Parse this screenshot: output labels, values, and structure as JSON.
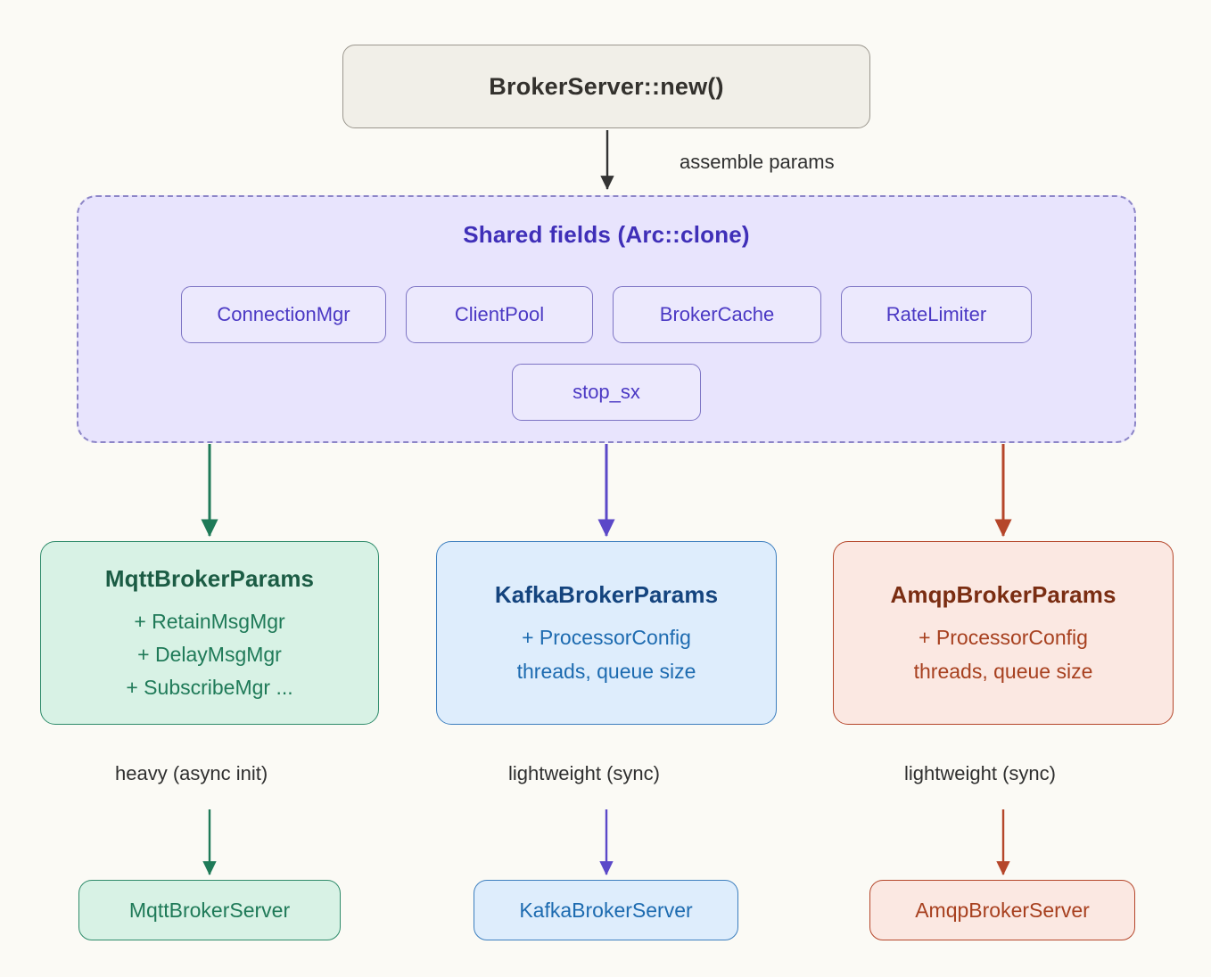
{
  "background_color": "#fbfaf5",
  "root": {
    "label": "BrokerServer::new()",
    "fill": "#f1efe8",
    "stroke": "#9b978e"
  },
  "edges": {
    "assemble": "assemble params",
    "mqtt_note": "heavy (async init)",
    "kafka_note": "lightweight (sync)",
    "amqp_note": "lightweight (sync)"
  },
  "shared": {
    "title": "Shared fields (Arc::clone)",
    "fill": "#e8e4fd",
    "stroke": "#8c85c7",
    "text_color": "#3f2fb8",
    "chips_row1": [
      {
        "label": "ConnectionMgr"
      },
      {
        "label": "ClientPool"
      },
      {
        "label": "BrokerCache"
      },
      {
        "label": "RateLimiter"
      }
    ],
    "chips_row2": [
      {
        "label": "stop_sx"
      }
    ]
  },
  "params": [
    {
      "key": "mqtt",
      "title": "MqttBrokerParams",
      "lines": [
        "+ RetainMsgMgr",
        "+ DelayMsgMgr",
        "+ SubscribeMgr ..."
      ],
      "fill": "#d8f2e5",
      "stroke": "#2e8b6a",
      "title_color": "#1b5c44",
      "text_color": "#1f7a58"
    },
    {
      "key": "kafka",
      "title": "KafkaBrokerParams",
      "lines": [
        "+ ProcessorConfig",
        "threads, queue size"
      ],
      "fill": "#deedfc",
      "stroke": "#3d7fbf",
      "title_color": "#14447e",
      "text_color": "#1d6bb0"
    },
    {
      "key": "amqp",
      "title": "AmqpBrokerParams",
      "lines": [
        "+ ProcessorConfig",
        "threads, queue size"
      ],
      "fill": "#fbe8e2",
      "stroke": "#b5462a",
      "title_color": "#7a2d12",
      "text_color": "#a7401f"
    }
  ],
  "servers": [
    {
      "key": "mqtt",
      "label": "MqttBrokerServer",
      "fill": "#d8f2e5",
      "stroke": "#2e8b6a",
      "text_color": "#1f7a58"
    },
    {
      "key": "kafka",
      "label": "KafkaBrokerServer",
      "fill": "#deedfc",
      "stroke": "#3d7fbf",
      "text_color": "#1d6bb0"
    },
    {
      "key": "amqp",
      "label": "AmqpBrokerServer",
      "fill": "#fbe8e2",
      "stroke": "#b5462a",
      "text_color": "#a7401f"
    }
  ],
  "arrow_colors": {
    "root": "#333333",
    "mqtt": "#1f7a58",
    "kafka": "#5b48c8",
    "amqp": "#b5462a"
  }
}
